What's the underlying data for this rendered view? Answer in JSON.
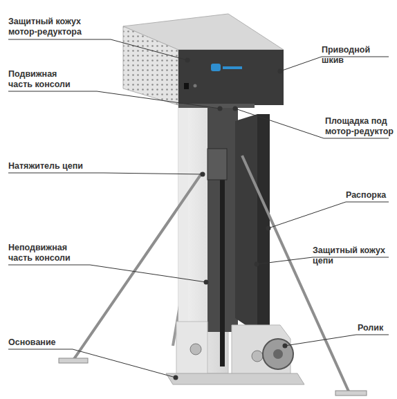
{
  "diagram": {
    "labels": [
      "Защитный кожух мотор-редуктора",
      "Подвижная часть консоли",
      "Натяжитель цепи",
      "Неподвижная часть консоли",
      "Основание",
      "Приводной шкив",
      "Площадка под мотор-редуктор",
      "Распорка",
      "Защитный кожух цепи",
      "Ролик"
    ]
  }
}
